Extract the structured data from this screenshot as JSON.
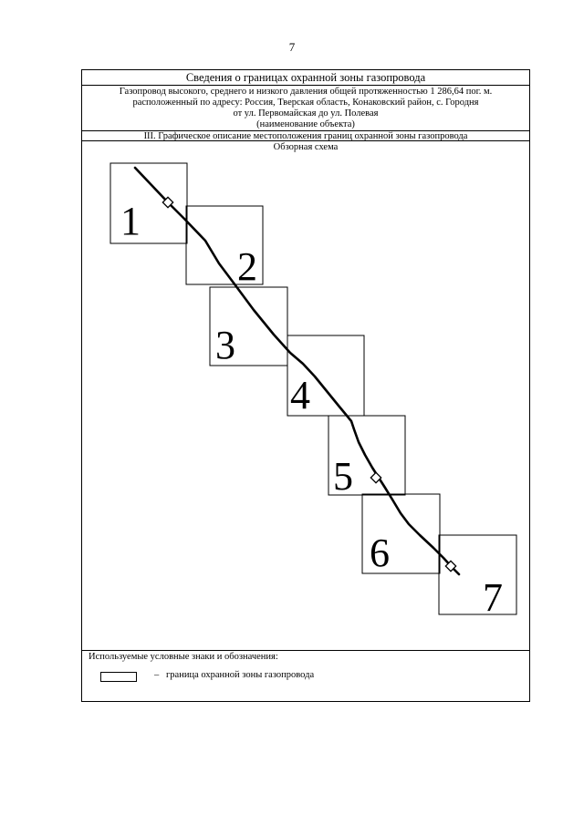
{
  "page_number": "7",
  "header": {
    "title": "Сведения о границах охранной зоны газопровода",
    "description_lines": [
      "Газопровод высокого, среднего и низкого давления общей протяженностью 1 286,64 пог. м.",
      "расположенный по адресу: Россия, Тверская область, Конаковский район, с. Городня",
      "от ул. Первомайская до ул. Полевая",
      "(наименование объекта)"
    ]
  },
  "section": {
    "title": "III. Графическое описание местоположения границ охранной зоны газопровода",
    "scheme_label": "Обзорная схема"
  },
  "scheme": {
    "sheet_numbers": [
      "1",
      "2",
      "3",
      "4",
      "5",
      "6",
      "7"
    ]
  },
  "legend": {
    "title": "Используемые условные знаки и обозначения:",
    "dash": "–",
    "zone_boundary_label": "граница охранной зоны газопровода"
  }
}
